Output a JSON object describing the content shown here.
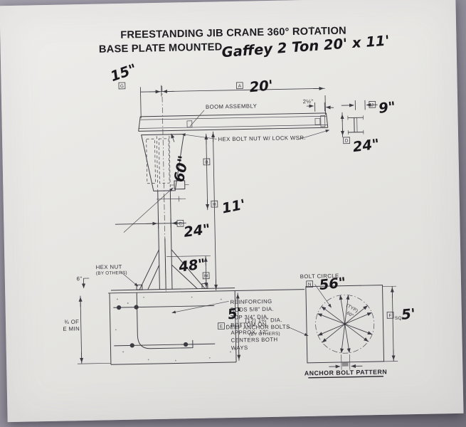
{
  "colors": {
    "photo_bg": "#908d99",
    "paper": "#e7e6e3",
    "ink": "#3b3b42",
    "hand_ink": "#17171c"
  },
  "title": {
    "line1": "FREESTANDING JIB CRANE 360° ROTATION",
    "line2": "BASE PLATE MOUNTED",
    "handwritten_note": "Gaffey 2 Ton 20' x 11'"
  },
  "annotations": {
    "boom_assembly": "BOOM ASSEMBLY",
    "hex_bolt_nut": "HEX BOLT NUT W/ LOCK WSR.",
    "hex_nut": "HEX NUT",
    "hex_nut_by_others": "(BY OTHERS)",
    "end_offset": "2½\"",
    "six_inch": "6\"",
    "embed_line1": "¾ OF",
    "embed_line2": "E MIN",
    "deep": "DEEP",
    "sq": "SQ.",
    "reinforcing": [
      "REINFORCING",
      "RODS 5/8\" DIA.",
      "TOP 3/4\" DIA.",
      "BOTTOM ON",
      "APPROX. 12\"",
      "CENTERS BOTH",
      "WAYS"
    ],
    "bolt_circle": "BOLT CIRCLE",
    "anchor_bolts": [
      "(12) 1¼\" DIA.",
      "ANCHOR BOLTS",
      "(BY OTHERS)"
    ],
    "typ": "(TYP)",
    "typ_angle": "60°",
    "pattern_title": "ANCHOR BOLT PATTERN"
  },
  "hand_dims": {
    "overhang": "15\"",
    "span": "20'",
    "beam_width": "9\"",
    "beam_depth": "24\"",
    "under_boom": "60\"",
    "overall_height": "11'",
    "mast_width": "24\"",
    "base_width": "48\"",
    "foundation_depth": "5'",
    "bolt_circle": "56\"",
    "foundation_square": "5'"
  },
  "markers": {
    "span": "A",
    "under_boom": "B",
    "mast_width": "C",
    "beam_depth": "D",
    "foundation_depth": "E",
    "foundation_square": "F",
    "overhang": "G",
    "overall_height": "H",
    "beam_width": "J",
    "base_width": "M",
    "bolt_circle": "N"
  }
}
